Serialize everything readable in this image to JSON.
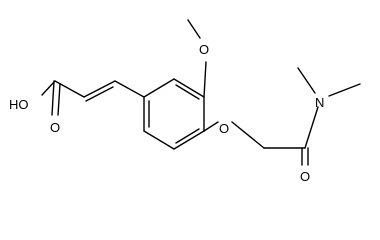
{
  "molecule": {
    "atoms": {
      "carboxyl_oh": "HO",
      "carboxyl_o": "O",
      "methoxy_o": "O",
      "ether_o": "O",
      "amide_n": "N",
      "amide_o": "O"
    }
  }
}
